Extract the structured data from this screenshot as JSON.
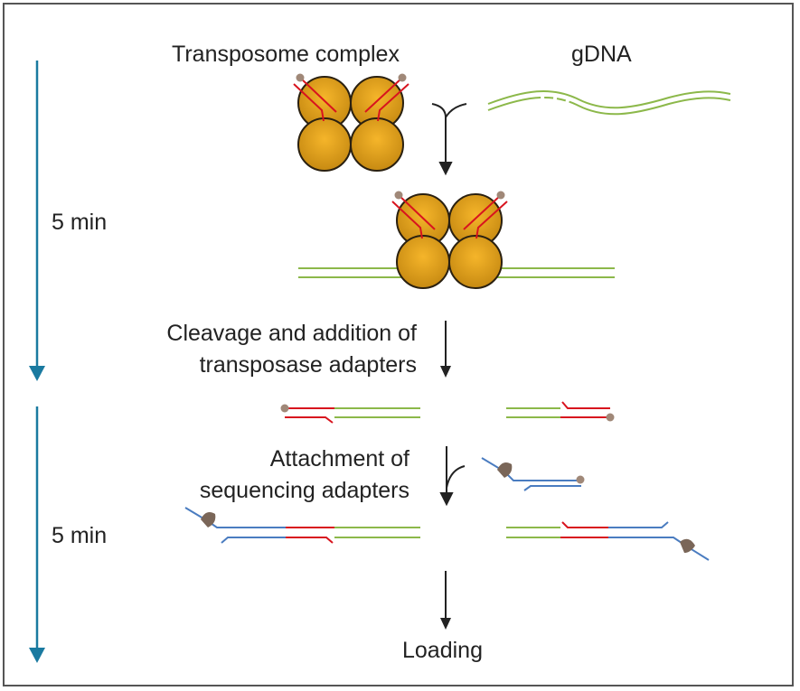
{
  "labels": {
    "transposome": "Transposome complex",
    "gdna": "gDNA",
    "time1": "5 min",
    "time2": "5 min",
    "step1_line1": "Cleavage and addition of",
    "step1_line2": "transposase adapters",
    "step2_line1": "Attachment of",
    "step2_line2": "sequencing adapters",
    "loading": "Loading"
  },
  "colors": {
    "timeline": "#1a7aa0",
    "protein": "#d89a1a",
    "protein_outline": "#2a2010",
    "transposon": "#d8141e",
    "gdna": "#8cb84a",
    "seq_adapter": "#4a7cc0",
    "bead": "#a08878",
    "tag": "#7a6658",
    "arrow": "#222222"
  }
}
